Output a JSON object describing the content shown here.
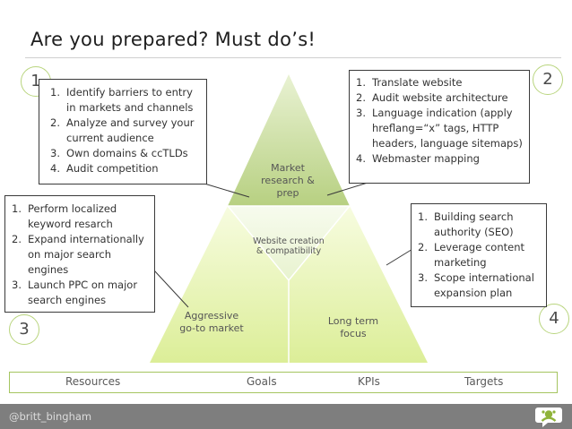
{
  "slide": {
    "title": "Are you prepared? Must do’s!"
  },
  "quadrants": [
    "1",
    "2",
    "3",
    "4"
  ],
  "pyramid": {
    "top": "Market research & prep",
    "middle": "Website creation & compatibility",
    "left": "Aggressive go-to market",
    "right": "Long term focus"
  },
  "callouts": {
    "one": [
      "Identify barriers to entry in markets and channels",
      "Analyze and survey your current audience",
      "Own domains & ccTLDs",
      "Audit competition"
    ],
    "two": [
      "Translate website",
      "Audit website architecture",
      "Language indication (apply hreflang=“x” tags, HTTP headers, language sitemaps)",
      "Webmaster mapping"
    ],
    "three": [
      "Perform localized keyword resarch",
      "Expand internationally on major search engines",
      "Launch PPC on major search engines"
    ],
    "four": [
      "Building search authority (SEO)",
      "Leverage content marketing",
      "Scope international expansion plan"
    ]
  },
  "bottom_bar": [
    "Resources",
    "Goals",
    "KPIs",
    "Targets"
  ],
  "footer": {
    "handle": "@britt_bingham"
  },
  "colors": {
    "top_segment": "#bcd48a",
    "middle_segment": "#eef6dc",
    "bottom_segments": "#e3f2a6",
    "accent": "#a5c560"
  }
}
